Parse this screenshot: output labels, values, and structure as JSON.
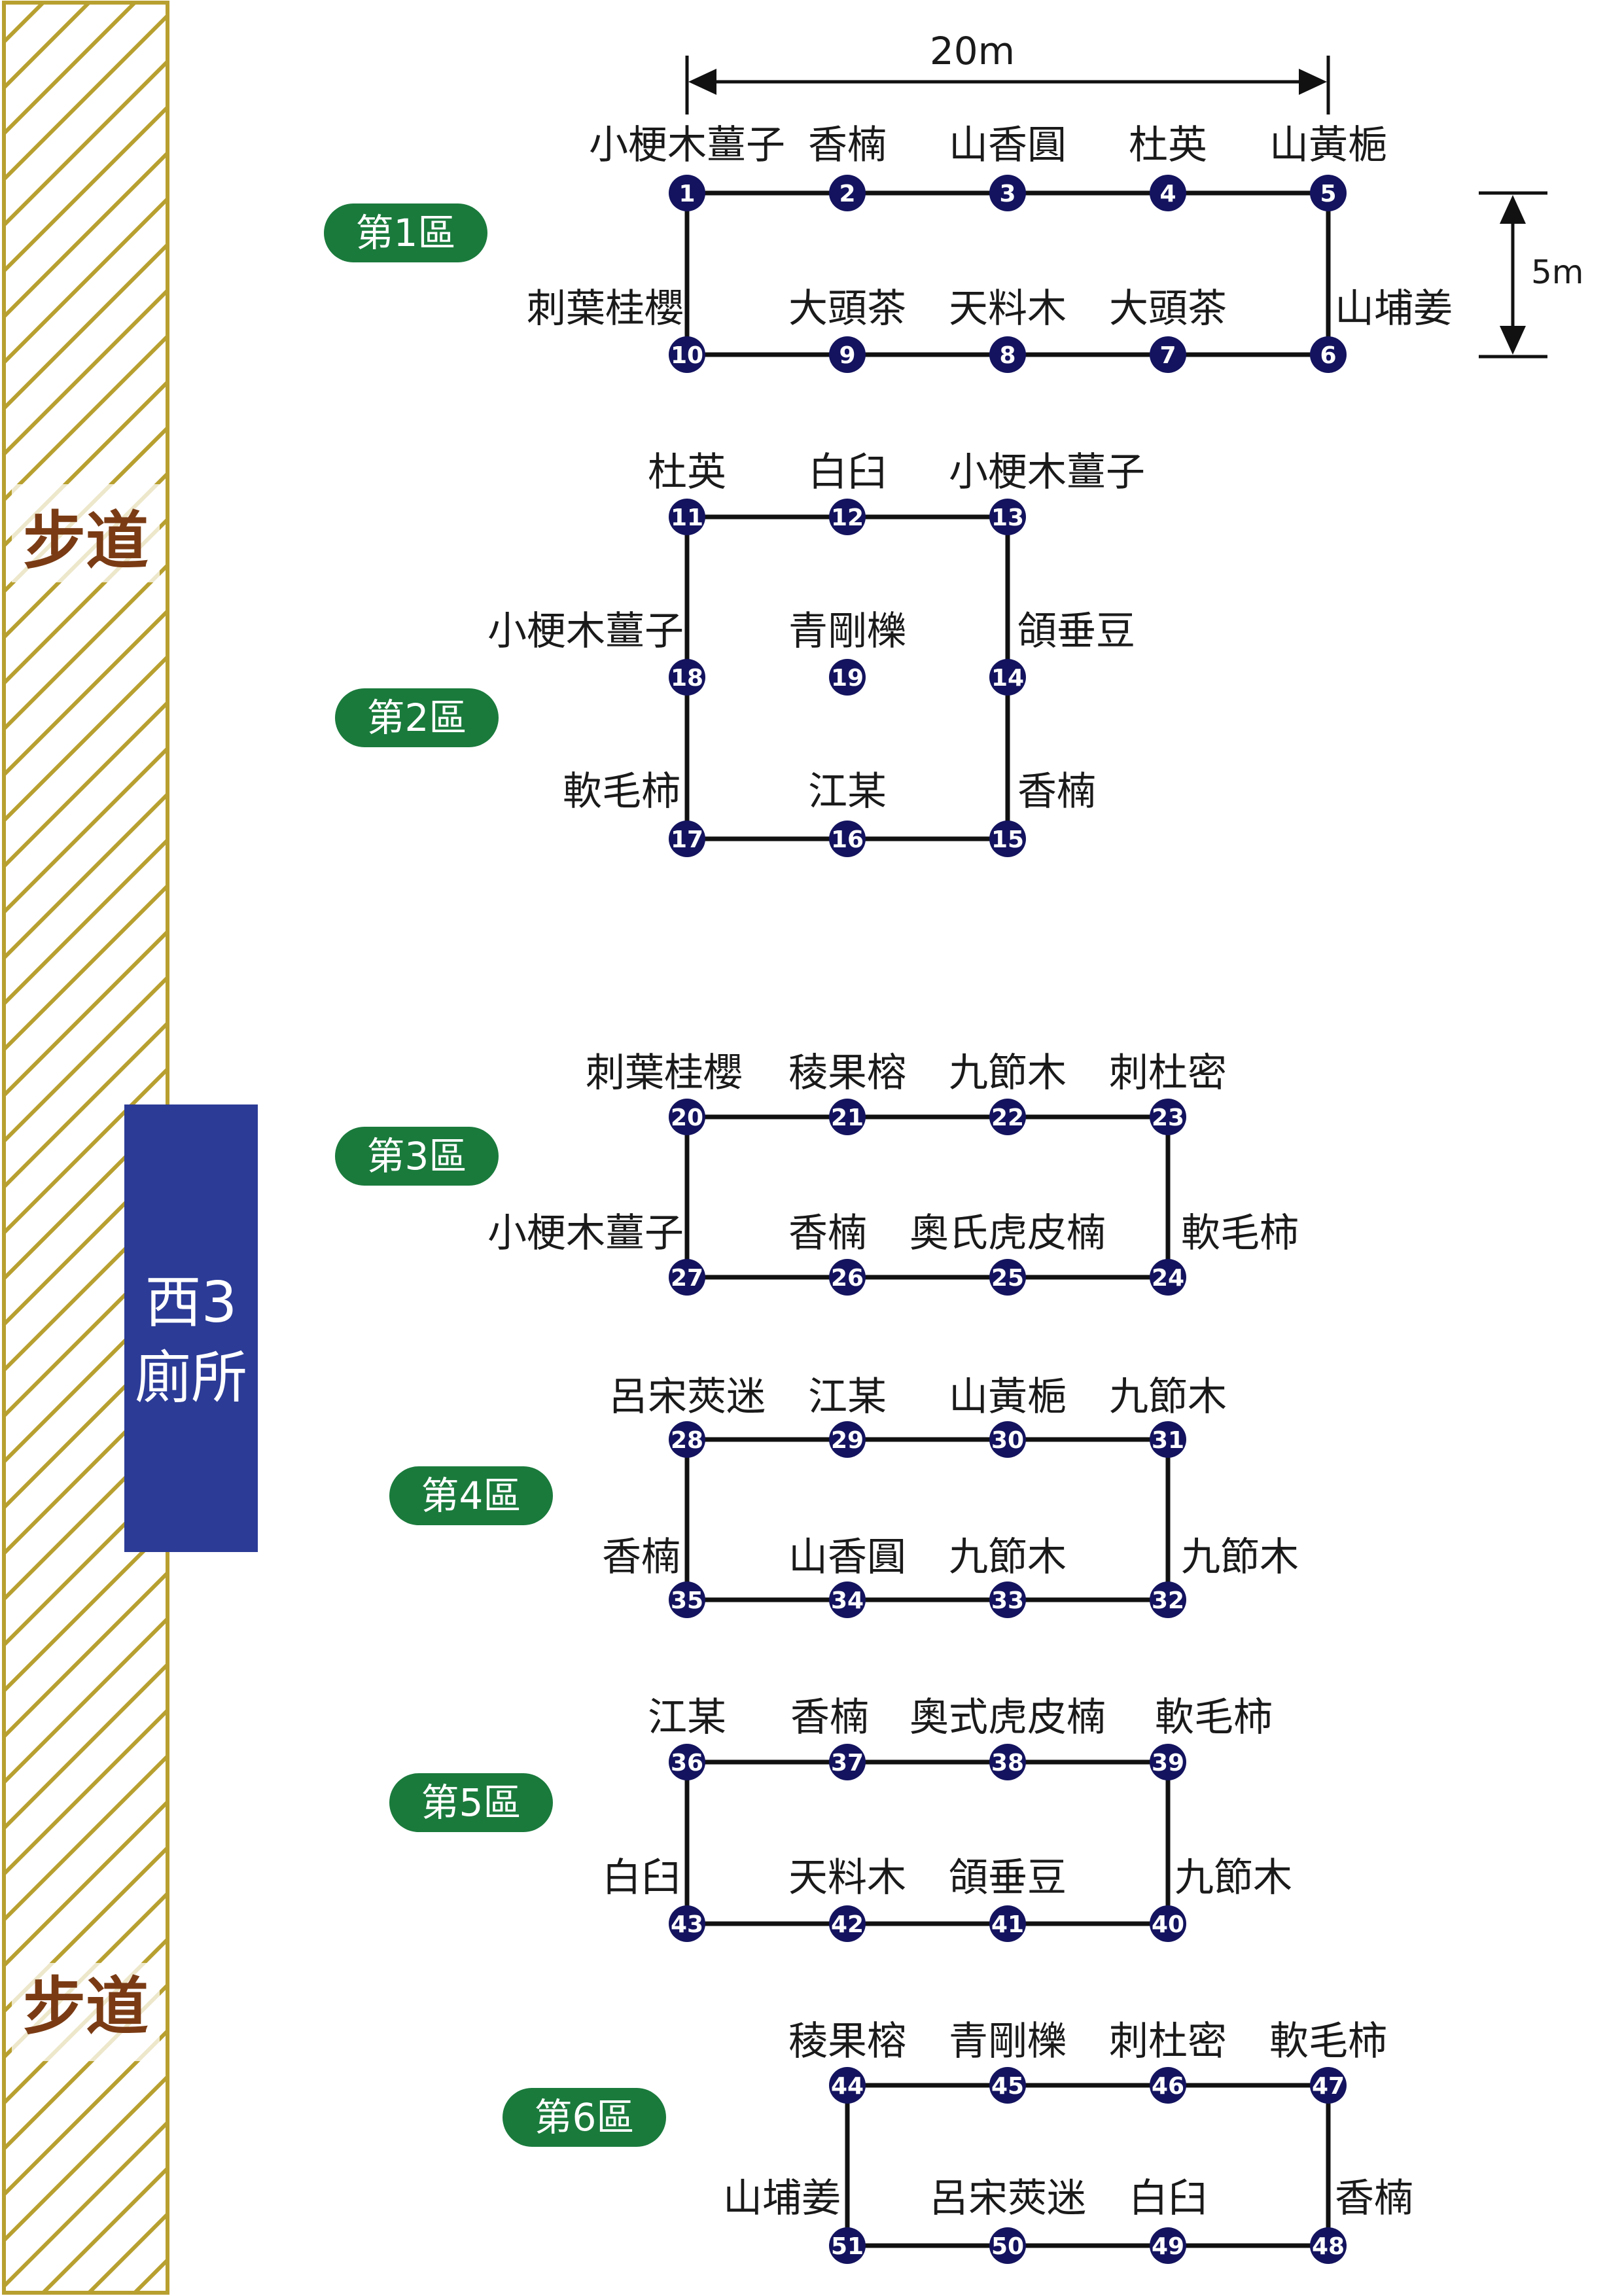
{
  "walkway": {
    "label": "步道",
    "border_color": "#b8a030",
    "hatch_color": "#b8a030"
  },
  "toilet": {
    "line1": "西3",
    "line2": "廁所",
    "color": "#2b3b96"
  },
  "dimensions": {
    "width_label": "20m",
    "height_label": "5m"
  },
  "colors": {
    "node": "#13135f",
    "zone_badge": "#1a7a3c",
    "line": "#111111"
  },
  "zones": [
    {
      "label": "第1區",
      "rows": [
        [
          1,
          2,
          3,
          4,
          5
        ],
        [
          10,
          9,
          8,
          7,
          6
        ]
      ]
    },
    {
      "label": "第2區",
      "rows": [
        [
          11,
          12,
          13
        ],
        [
          18,
          19,
          14
        ],
        [
          17,
          16,
          15
        ]
      ],
      "inner_point": 19
    },
    {
      "label": "第3區",
      "rows": [
        [
          20,
          21,
          22,
          23
        ],
        [
          27,
          26,
          25,
          24
        ]
      ]
    },
    {
      "label": "第4區",
      "rows": [
        [
          28,
          29,
          30,
          31
        ],
        [
          35,
          34,
          33,
          32
        ]
      ]
    },
    {
      "label": "第5區",
      "rows": [
        [
          36,
          37,
          38,
          39
        ],
        [
          43,
          42,
          41,
          40
        ]
      ]
    },
    {
      "label": "第6區",
      "rows": [
        [
          44,
          45,
          46,
          47
        ],
        [
          51,
          50,
          49,
          48
        ]
      ]
    }
  ],
  "plants": [
    {
      "n": 1,
      "name": "小梗木薑子"
    },
    {
      "n": 2,
      "name": "香楠"
    },
    {
      "n": 3,
      "name": "山香圓"
    },
    {
      "n": 4,
      "name": "杜英"
    },
    {
      "n": 5,
      "name": "山黃梔"
    },
    {
      "n": 6,
      "name": "山埔姜"
    },
    {
      "n": 7,
      "name": "大頭茶"
    },
    {
      "n": 8,
      "name": "天料木"
    },
    {
      "n": 9,
      "name": "大頭茶"
    },
    {
      "n": 10,
      "name": "刺葉桂櫻"
    },
    {
      "n": 11,
      "name": "杜英"
    },
    {
      "n": 12,
      "name": "白臼"
    },
    {
      "n": 13,
      "name": "小梗木薑子"
    },
    {
      "n": 14,
      "name": "頜垂豆"
    },
    {
      "n": 15,
      "name": "香楠"
    },
    {
      "n": 16,
      "name": "江某"
    },
    {
      "n": 17,
      "name": "軟毛柿"
    },
    {
      "n": 18,
      "name": "小梗木薑子"
    },
    {
      "n": 19,
      "name": "青剛櫟"
    },
    {
      "n": 20,
      "name": "刺葉桂櫻"
    },
    {
      "n": 21,
      "name": "稜果榕"
    },
    {
      "n": 22,
      "name": "九節木"
    },
    {
      "n": 23,
      "name": "刺杜密"
    },
    {
      "n": 24,
      "name": "軟毛柿"
    },
    {
      "n": 25,
      "name": "奧氏虎皮楠"
    },
    {
      "n": 26,
      "name": "香楠"
    },
    {
      "n": 27,
      "name": "小梗木薑子"
    },
    {
      "n": 28,
      "name": "呂宋莢迷"
    },
    {
      "n": 29,
      "name": "江某"
    },
    {
      "n": 30,
      "name": "山黃梔"
    },
    {
      "n": 31,
      "name": "九節木"
    },
    {
      "n": 32,
      "name": "九節木"
    },
    {
      "n": 33,
      "name": "九節木"
    },
    {
      "n": 34,
      "name": "山香圓"
    },
    {
      "n": 35,
      "name": "香楠"
    },
    {
      "n": 36,
      "name": "江某"
    },
    {
      "n": 37,
      "name": "香楠"
    },
    {
      "n": 38,
      "name": "奧式虎皮楠"
    },
    {
      "n": 39,
      "name": "軟毛柿"
    },
    {
      "n": 40,
      "name": "九節木"
    },
    {
      "n": 41,
      "name": "頜垂豆"
    },
    {
      "n": 42,
      "name": "天料木"
    },
    {
      "n": 43,
      "name": "白臼"
    },
    {
      "n": 44,
      "name": "稜果榕"
    },
    {
      "n": 45,
      "name": "青剛櫟"
    },
    {
      "n": 46,
      "name": "刺杜密"
    },
    {
      "n": 47,
      "name": "軟毛柿"
    },
    {
      "n": 48,
      "name": "香楠"
    },
    {
      "n": 49,
      "name": "白臼"
    },
    {
      "n": 50,
      "name": "呂宋莢迷"
    },
    {
      "n": 51,
      "name": "山埔姜"
    }
  ]
}
